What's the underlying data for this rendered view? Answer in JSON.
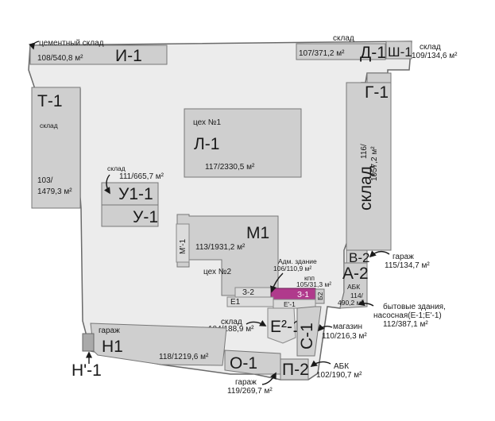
{
  "colors": {
    "site": "#ececec",
    "building": "#cfcfcf",
    "building_dark": "#a9a9a9",
    "highlight": "#b03a8c"
  },
  "buildings": {
    "i1": {
      "name": "И-1",
      "area": "108/540,8 м²",
      "note": "цементный склад"
    },
    "d1": {
      "name": "Д-1",
      "area": "107/371,2 м²",
      "note": "склад"
    },
    "sh1": {
      "name": "Ш-1",
      "area": "109/134,6 м²",
      "note": "склад"
    },
    "t1": {
      "name": "Т-1",
      "note": "склад",
      "area_1": "103/",
      "area_2": "1479,3 м²"
    },
    "l1": {
      "name": "Л-1",
      "note": "цех №1",
      "area": "117/2330,5 м²"
    },
    "g1": {
      "name": "Г-1",
      "area_1": "116/",
      "area_2": "1057,2 м²",
      "note": "склад"
    },
    "u11": {
      "name": "У1-1",
      "note": "склад",
      "area": "111/665,7 м²"
    },
    "u1": {
      "name": "У-1"
    },
    "m1": {
      "name": "М1",
      "area": "113/1931,2 м²",
      "note": "цех №2",
      "sub": "М'-1"
    },
    "z2": {
      "name": "З-2"
    },
    "z1": {
      "name": "З-1",
      "note_1": "Адм. здание",
      "note_2": "106/110,9 м²"
    },
    "e1": {
      "name": "Е1"
    },
    "e11": {
      "name": "Е'-1"
    },
    "kpp": {
      "note": "кпп",
      "area": "105/31,3 м²"
    },
    "b2": {
      "name": "Б2"
    },
    "v2": {
      "name": "В-2",
      "note": "гараж",
      "area": "115/134,7 м²"
    },
    "a2": {
      "name": "А-2",
      "note": "АБК",
      "area_1": "114/",
      "area_2": "490,2 м²"
    },
    "bytovye": {
      "line_1": "бытовые здания,",
      "line_2": "насосная(Е-1;Е'-1)",
      "line_3": "112/387,1 м²"
    },
    "e21": {
      "name": "Е²-1",
      "note": "склад",
      "area": "104/188,9 м²"
    },
    "s1": {
      "name": "С-1",
      "note": "магазин",
      "area": "110/216,3 м²"
    },
    "n1": {
      "name": "Н1",
      "note": "гараж",
      "area": "118/1219,6 м²",
      "sub": "Н'-1"
    },
    "o1": {
      "name": "О-1",
      "note": "гараж",
      "area": "119/269,7 м²"
    },
    "p2": {
      "name": "П-2",
      "note": "АБК",
      "area": "102/190,7 м²"
    }
  }
}
